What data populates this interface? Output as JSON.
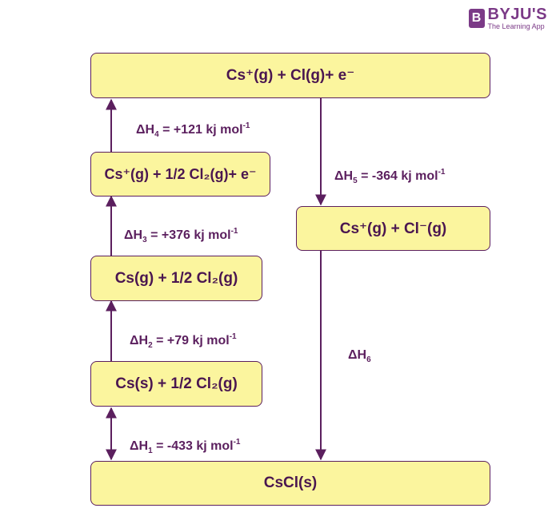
{
  "logo": {
    "mark": "B",
    "name": "BYJU'S",
    "tagline": "The Learning App"
  },
  "boxes": {
    "top": {
      "text": "Cs⁺(g) + Cl(g)+ e⁻"
    },
    "box3": {
      "text": "Cs⁺(g) + 1/2 Cl₂(g)+ e⁻"
    },
    "box4": {
      "text": "Cs⁺(g) + Cl⁻(g)"
    },
    "box2": {
      "text": "Cs(g) + 1/2 Cl₂(g)"
    },
    "box1": {
      "text": "Cs(s) + 1/2 Cl₂(g)"
    },
    "bottom": {
      "text": "CsCl(s)"
    }
  },
  "steps": {
    "h4": {
      "symbol": "ΔH",
      "sub": "4",
      "value": "= +121 kj mol",
      "sup": "-1"
    },
    "h5": {
      "symbol": "ΔH",
      "sub": "5",
      "value": "= -364 kj mol",
      "sup": "-1"
    },
    "h3": {
      "symbol": "ΔH",
      "sub": "3",
      "value": "= +376 kj mol",
      "sup": "-1"
    },
    "h2": {
      "symbol": "ΔH",
      "sub": "2",
      "value": "= +79 kj mol",
      "sup": "-1"
    },
    "h6": {
      "symbol": "ΔH",
      "sub": "6"
    },
    "h1": {
      "symbol": "ΔH",
      "sub": "1",
      "value": "= -433 kj mol",
      "sup": "-1"
    }
  },
  "colors": {
    "box_fill": "#fbf59e",
    "outline": "#5b1f5e",
    "text": "#4a1650",
    "brand": "#7b3a87"
  }
}
